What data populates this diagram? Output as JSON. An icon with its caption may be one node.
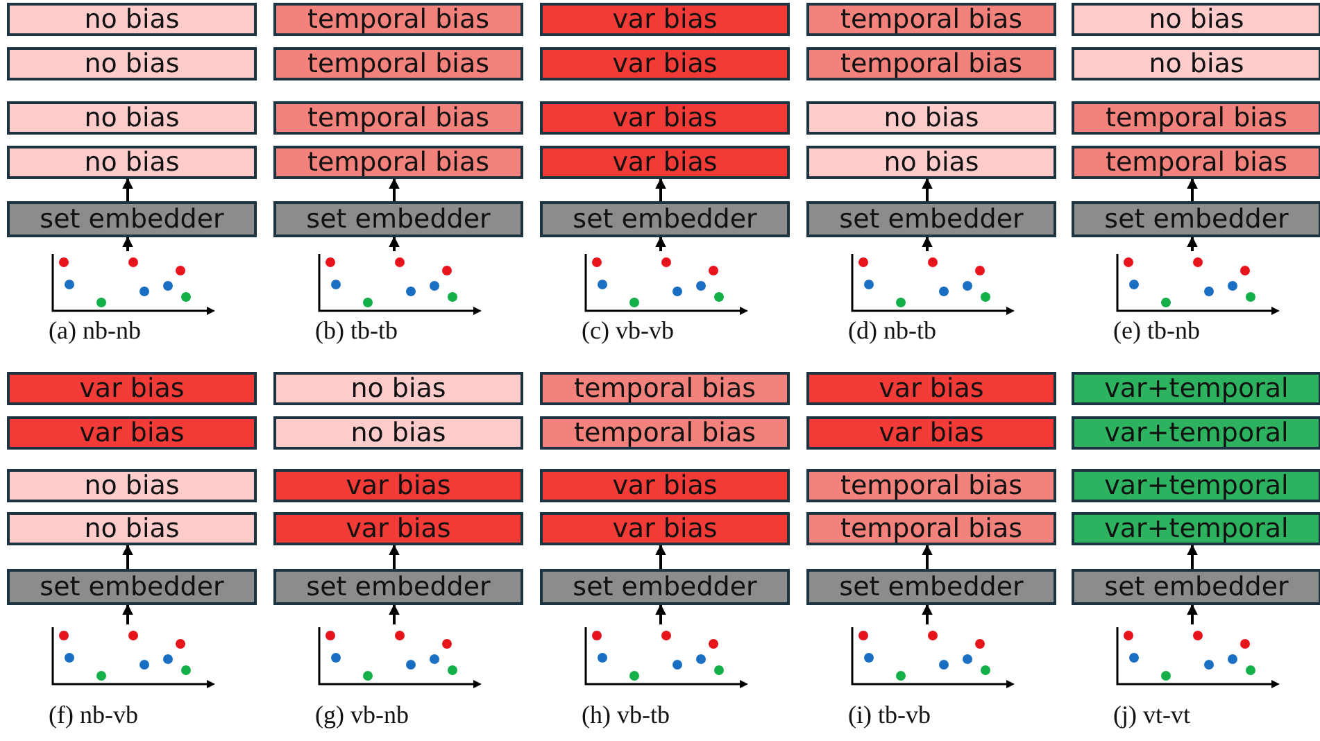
{
  "diagram": {
    "nodes": [
      {
        "text": [
          "no bias"
        ]
      },
      {
        "text": [
          "no bias"
        ]
      },
      {
        "text": [
          "no bias"
        ]
      },
      {
        "text": [
          "no bias"
        ]
      },
      {
        "text": [
          "set embedder"
        ]
      },
      {
        "text": [],
        "shape": "picture"
      },
      {
        "text": [
          "temporal bias"
        ]
      },
      {
        "text": [
          "temporal bias"
        ]
      },
      {
        "text": [
          "temporal bias"
        ]
      },
      {
        "text": [
          "temporal bias"
        ]
      },
      {
        "text": [
          "set embedder"
        ]
      },
      {
        "text": [],
        "shape": "picture"
      },
      {
        "text": [
          "var bias"
        ]
      },
      {
        "text": [
          "var bias"
        ]
      },
      {
        "text": [
          "var bias"
        ]
      },
      {
        "text": [
          "var bias"
        ]
      },
      {
        "text": [
          "set embedder"
        ]
      },
      {
        "text": [],
        "shape": "picture"
      },
      {
        "text": [
          "temporal bias"
        ]
      },
      {
        "text": [
          "temporal bias"
        ]
      },
      {
        "text": [
          "no bias"
        ]
      },
      {
        "text": [
          "no bias"
        ]
      },
      {
        "text": [
          "set embedder"
        ]
      },
      {
        "text": [],
        "shape": "picture"
      },
      {
        "text": [
          "no bias"
        ]
      },
      {
        "text": [
          "no bias"
        ]
      },
      {
        "text": [
          "temporal bias"
        ]
      },
      {
        "text": [
          "temporal bias"
        ]
      },
      {
        "text": [
          "set embedder"
        ]
      },
      {
        "text": [],
        "shape": "picture"
      },
      {
        "text": [
          "var bias"
        ]
      },
      {
        "text": [
          "var bias"
        ]
      },
      {
        "text": [
          "no bias"
        ]
      },
      {
        "text": [
          "no bias"
        ]
      },
      {
        "text": [
          "set embedder"
        ]
      },
      {
        "text": [],
        "shape": "picture"
      },
      {
        "text": [
          "no bias"
        ]
      },
      {
        "text": [
          "no bias"
        ]
      },
      {
        "text": [
          "var bias"
        ]
      },
      {
        "text": [
          "var bias"
        ]
      },
      {
        "text": [
          "set embedder"
        ]
      },
      {
        "text": [],
        "shape": "picture"
      },
      {
        "text": [
          "temporal bias"
        ]
      },
      {
        "text": [
          "temporal bias"
        ]
      },
      {
        "text": [
          "var bias"
        ]
      },
      {
        "text": [
          "var bias"
        ]
      },
      {
        "text": [
          "set embedder"
        ]
      },
      {
        "text": [],
        "shape": "picture"
      },
      {
        "text": [
          "var bias"
        ]
      },
      {
        "text": [
          "var bias"
        ]
      },
      {
        "text": [
          "temporal bias"
        ]
      },
      {
        "text": [
          "temporal bias"
        ]
      },
      {
        "text": [
          "set embedder"
        ]
      },
      {
        "text": [],
        "shape": "picture"
      },
      {
        "text": [
          "var+temporal"
        ]
      },
      {
        "text": [
          "var+temporal"
        ]
      },
      {
        "text": [
          "var+temporal"
        ]
      },
      {
        "text": [
          "var+temporal"
        ]
      },
      {
        "text": [
          "set embedder"
        ]
      },
      {
        "text": [],
        "shape": "picture"
      }
    ],
    "edges": [
      {
        "from": 5,
        "to": 4,
        "arrow": "to"
      },
      {
        "from": 4,
        "to": 3,
        "arrow": "to"
      },
      {
        "from": 11,
        "to": 10,
        "arrow": "to"
      },
      {
        "from": 10,
        "to": 9,
        "arrow": "to"
      },
      {
        "from": 17,
        "to": 16,
        "arrow": "to"
      },
      {
        "from": 16,
        "to": 15,
        "arrow": "to"
      },
      {
        "from": 23,
        "to": 22,
        "arrow": "to"
      },
      {
        "from": 22,
        "to": 21,
        "arrow": "to"
      },
      {
        "from": 29,
        "to": 28,
        "arrow": "to"
      },
      {
        "from": 28,
        "to": 27,
        "arrow": "to"
      },
      {
        "from": 35,
        "to": 34,
        "arrow": "to"
      },
      {
        "from": 34,
        "to": 33,
        "arrow": "to"
      },
      {
        "from": 41,
        "to": 40,
        "arrow": "to"
      },
      {
        "from": 40,
        "to": 39,
        "arrow": "to"
      },
      {
        "from": 47,
        "to": 46,
        "arrow": "to"
      },
      {
        "from": 46,
        "to": 45,
        "arrow": "to"
      },
      {
        "from": 53,
        "to": 52,
        "arrow": "to"
      },
      {
        "from": 52,
        "to": 51,
        "arrow": "to"
      },
      {
        "from": 59,
        "to": 58,
        "arrow": "to"
      },
      {
        "from": 58,
        "to": 57,
        "arrow": "to"
      }
    ],
    "labels": [
      "(a) nb-nb",
      "(b) tb-tb",
      "(c) vb-vb",
      "(d) nb-tb",
      "(e) tb-nb",
      "(f) nb-vb",
      "(g) vb-nb",
      "(h) vb-tb",
      "(i) tb-vb",
      "(j) vt-vt"
    ]
  }
}
